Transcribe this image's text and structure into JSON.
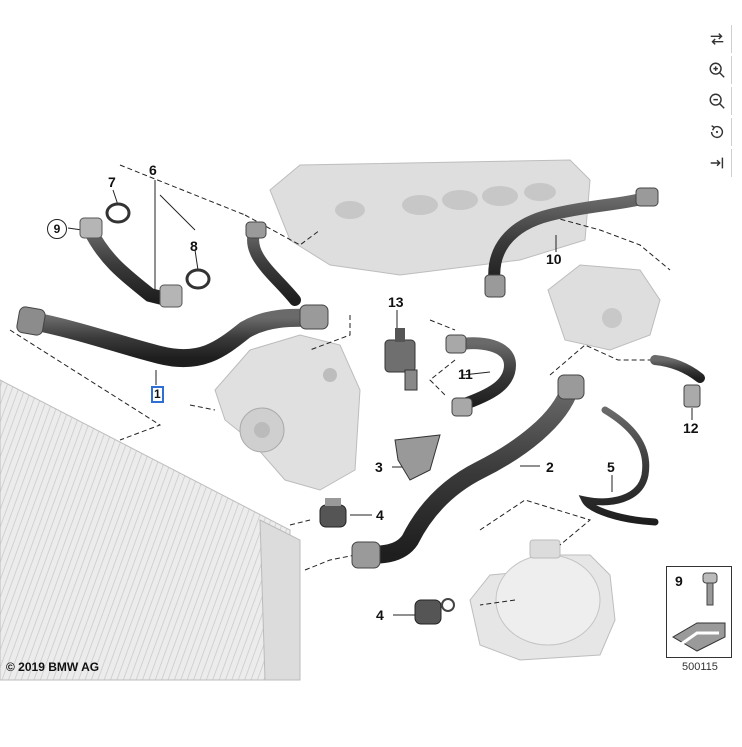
{
  "toolbar": {
    "items": [
      {
        "icon": "swap-arrows-icon"
      },
      {
        "icon": "zoom-in-icon"
      },
      {
        "icon": "zoom-out-icon"
      },
      {
        "icon": "rotate-reset-icon"
      },
      {
        "icon": "collapse-panel-icon"
      }
    ]
  },
  "callouts": {
    "l1": "1",
    "l2": "2",
    "l3": "3",
    "l4a": "4",
    "l4b": "4",
    "l5": "5",
    "l6": "6",
    "l7": "7",
    "l8": "8",
    "l9": "9",
    "l10": "10",
    "l11": "11",
    "l12": "12",
    "l13": "13"
  },
  "inset": {
    "label": "9"
  },
  "copyright": "© 2019 BMW AG",
  "diagram_number": "500115",
  "colors": {
    "hose": "#3a3a3a",
    "hose_band": "#8a8a8a",
    "engine": "#d8d8d8",
    "accent": "#2f6fd1"
  }
}
